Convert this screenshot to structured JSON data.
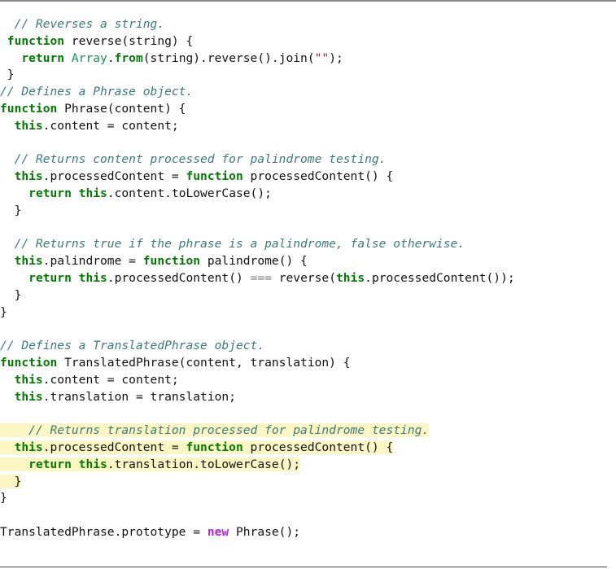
{
  "code": {
    "block1": {
      "comment": "// Reverses a string.",
      "kw_function": "function",
      "sig": " reverse(string) {",
      "kw_return": "return",
      "builtin_array": "Array",
      "dot": ".",
      "kw_from": "from",
      "mid": "(string).reverse().join(",
      "str": "\"\"",
      "end": ");",
      "close": "}"
    },
    "block2": {
      "comment": "// Defines a Phrase object.",
      "kw_function": "function",
      "sig": " Phrase(content) {",
      "kw_this": "this",
      "assign_content": ".content = content;",
      "comment_processed": "// Returns content processed for palindrome testing.",
      "processed_lhs": ".processedContent = ",
      "processed_sig": " processedContent() {",
      "kw_return": "return",
      "processed_body": ".content.toLowerCase();",
      "inner_close": "}",
      "comment_palindrome": "// Returns true if the phrase is a palindrome, false otherwise.",
      "palindrome_lhs": ".palindrome = ",
      "palindrome_sig": " palindrome() {",
      "palindrome_body_a": ".processedContent() ",
      "strict_eq": "===",
      "palindrome_body_b": " reverse(",
      "palindrome_body_c": ".processedContent());",
      "close": "}"
    },
    "block3": {
      "comment": "// Defines a TranslatedPhrase object.",
      "kw_function": "function",
      "sig": " TranslatedPhrase(content, translation) {",
      "kw_this": "this",
      "assign_content": ".content = content;",
      "assign_translation": ".translation = translation;",
      "comment_processed": "// Returns translation processed for palindrome testing.",
      "processed_lhs": ".processedContent = ",
      "processed_sig": " processedContent() {",
      "kw_return": "return",
      "processed_body": ".translation.toLowerCase();",
      "inner_close": "}",
      "close": "}"
    },
    "block4": {
      "prototype_lhs": "TranslatedPhrase.prototype = ",
      "kw_new": "new",
      "prototype_rhs": " Phrase();"
    }
  }
}
